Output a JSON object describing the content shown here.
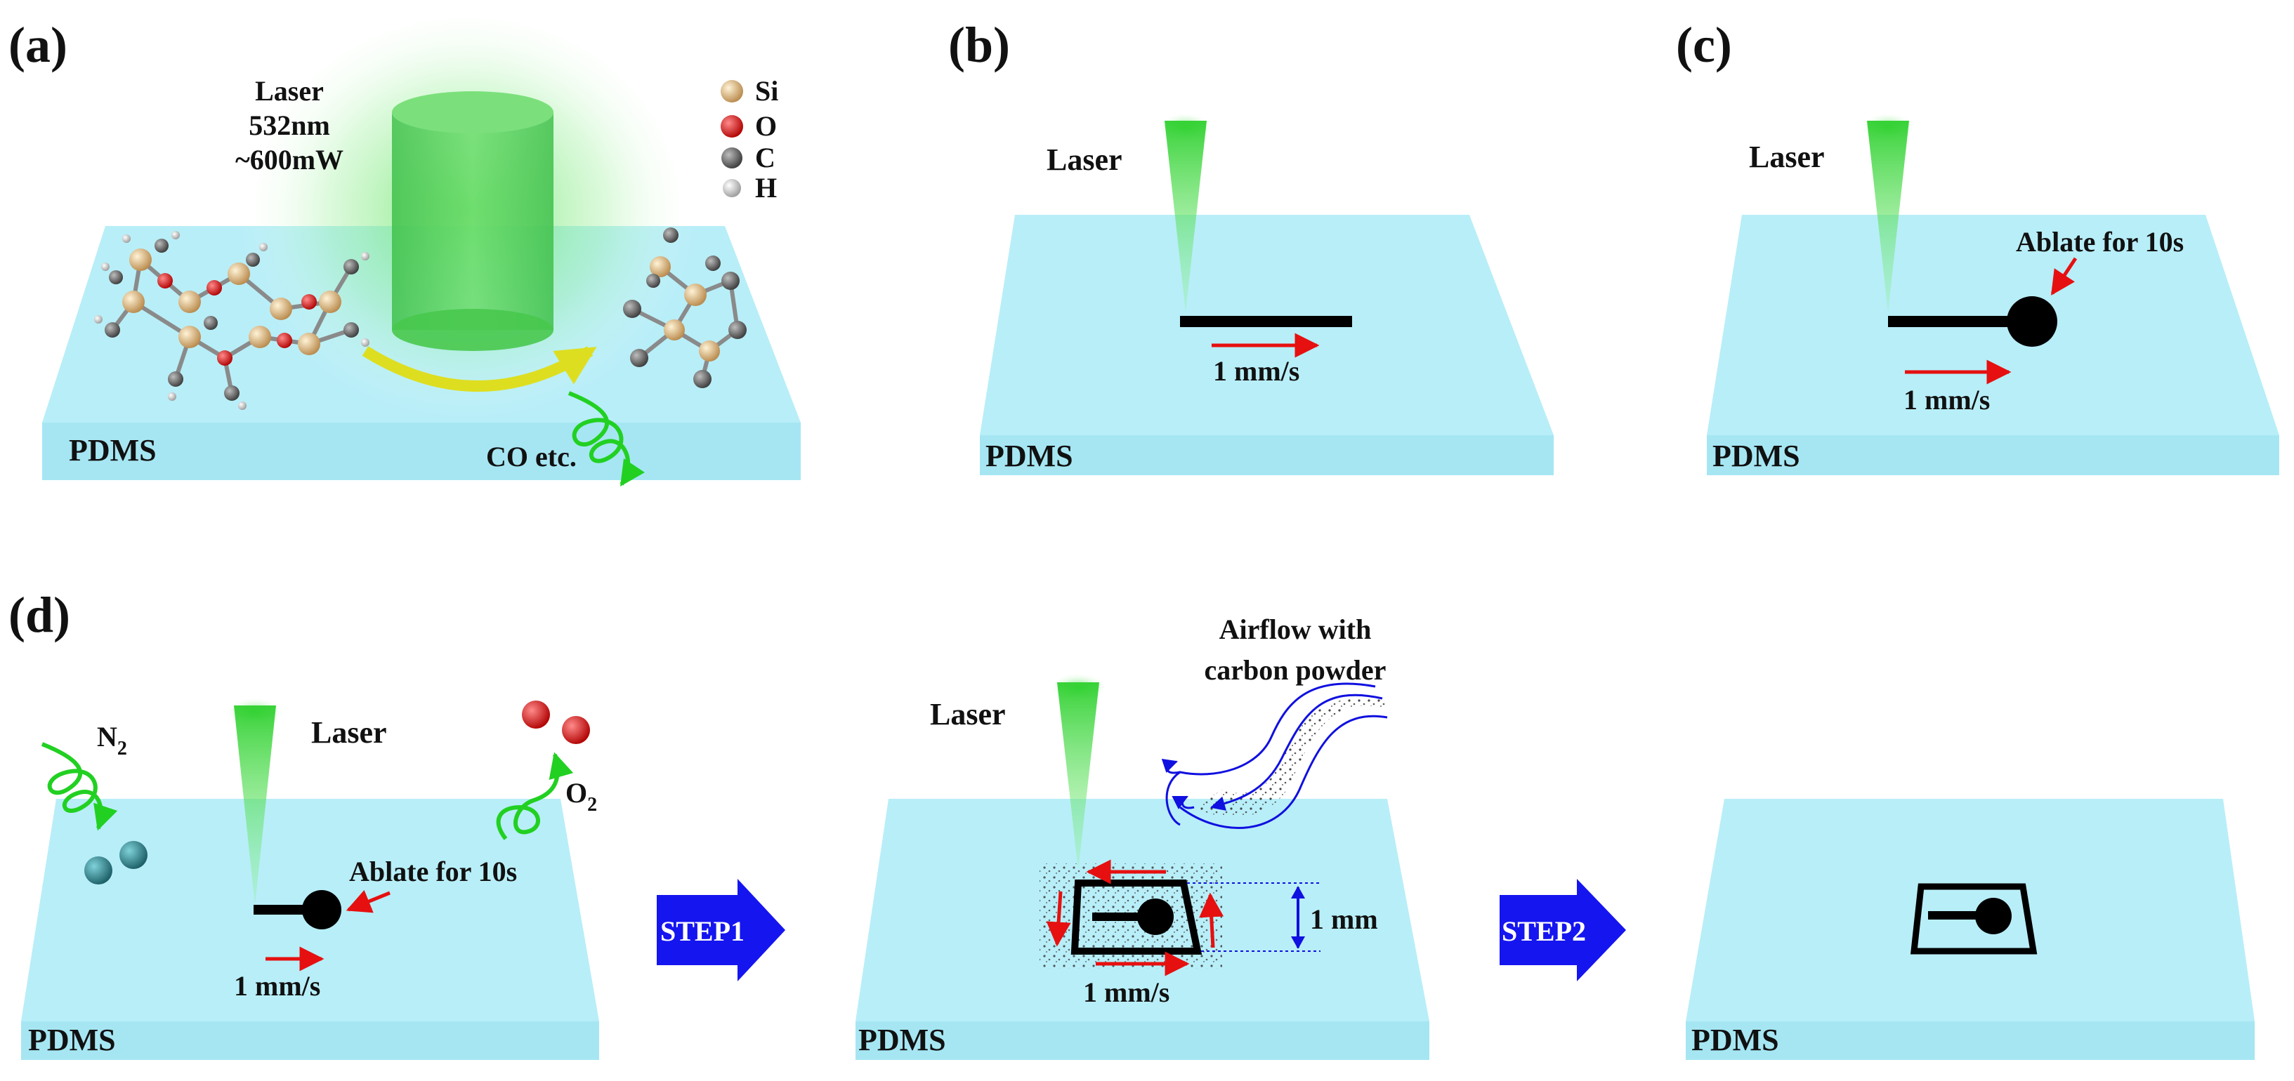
{
  "panels": {
    "a": {
      "label": "(a)",
      "laser_lines": [
        "Laser",
        "532nm",
        "~600mW"
      ],
      "substrate": "PDMS",
      "byproduct": "CO  etc.",
      "legend": [
        {
          "symbol": "Si",
          "color": "#d8b07a"
        },
        {
          "symbol": "O",
          "color": "#e01010"
        },
        {
          "symbol": "C",
          "color": "#707070"
        },
        {
          "symbol": "H",
          "color": "#f2f2f2"
        }
      ]
    },
    "b": {
      "label": "(b)",
      "laser": "Laser",
      "speed": "1 mm/s",
      "substrate": "PDMS"
    },
    "c": {
      "label": "(c)",
      "laser": "Laser",
      "ablate": "Ablate for 10s",
      "speed": "1 mm/s",
      "substrate": "PDMS"
    },
    "d": {
      "label": "(d)",
      "left": {
        "n2_main": "N",
        "n2_sub": "2",
        "o2_main": "O",
        "o2_sub": "2",
        "laser": "Laser",
        "ablate": "Ablate for 10s",
        "speed": "1 mm/s",
        "substrate": "PDMS"
      },
      "step1": "STEP1",
      "middle": {
        "laser": "Laser",
        "airflow_line1": "Airflow with",
        "airflow_line2": "carbon powder",
        "dimension": "1 mm",
        "speed": "1 mm/s",
        "substrate": "PDMS"
      },
      "step2": "STEP2",
      "right": {
        "substrate": "PDMS"
      }
    }
  },
  "colors": {
    "substrate_top": "#b8eef8",
    "substrate_side": "#9fe0ee",
    "laser_green": "#3ddc3d",
    "arrow_red": "#e61010",
    "arrow_blue": "#1010e0",
    "step_blue": "#1515f0",
    "molecule_teal": "#2a8a94",
    "flow_yellow": "#dede20"
  }
}
